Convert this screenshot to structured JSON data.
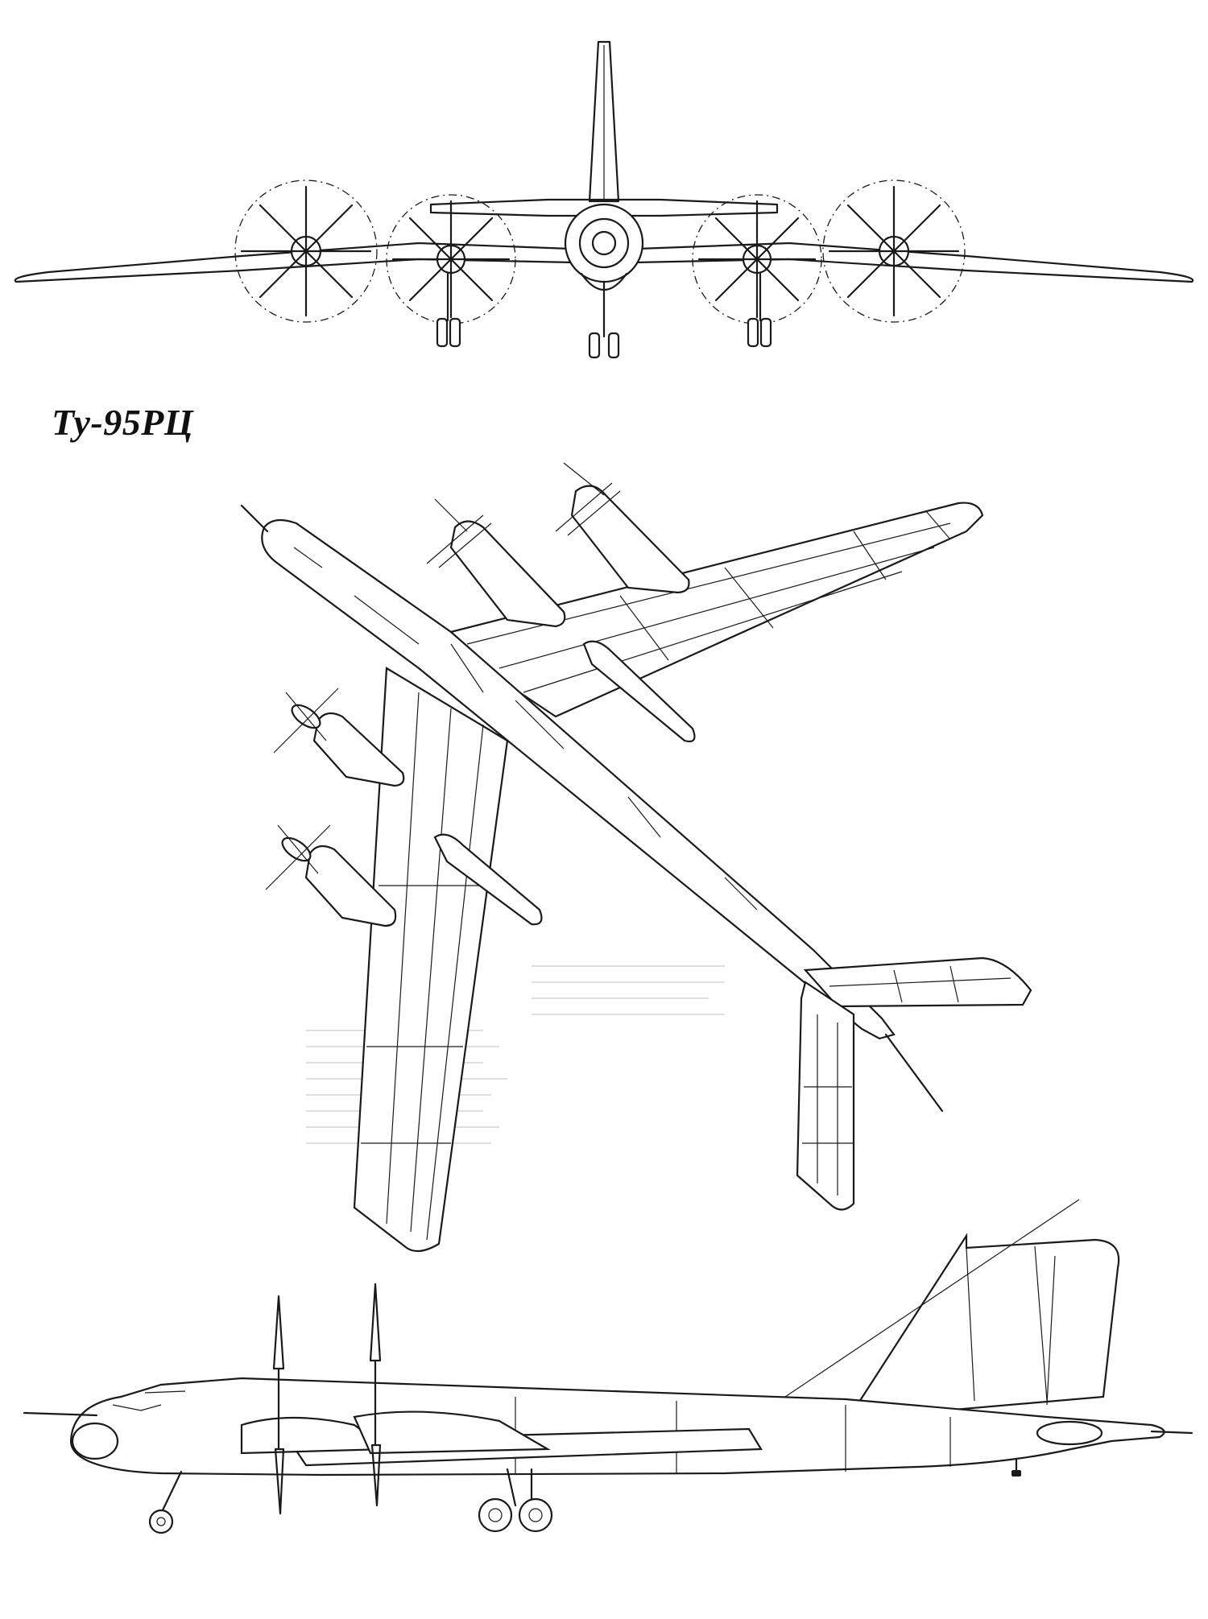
{
  "drawing": {
    "title": "Ту-95РЦ",
    "views": [
      "front-view",
      "plan-view",
      "side-view"
    ],
    "style": {
      "line_color": "#1a1a1a",
      "background": "#ffffff"
    }
  }
}
